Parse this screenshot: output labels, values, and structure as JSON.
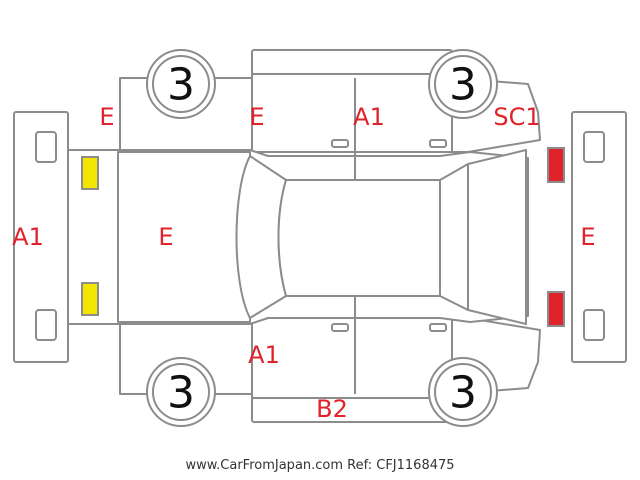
{
  "colors": {
    "code_text": "#e0222a",
    "outline": "#8c8c8c",
    "marker_yellow": "#f2e600",
    "marker_red": "#e0222a"
  },
  "wheels": {
    "front_left": "3",
    "rear_left": "3",
    "front_right": "3",
    "rear_right": "3"
  },
  "codes": {
    "front_bumper": "A1",
    "hood": "E",
    "rear_bumper": "E",
    "front_left_fender": "E",
    "left_front_door": "E",
    "left_rear_door": "A1",
    "left_rear_quarter": "SC1",
    "right_front_door": "A1",
    "right_rocker_sill": "B2"
  },
  "markers": {
    "front_lamps": "yellow",
    "rear_lamps": "red"
  },
  "footer": "www.CarFromJapan.com Ref: CFJ1168475"
}
